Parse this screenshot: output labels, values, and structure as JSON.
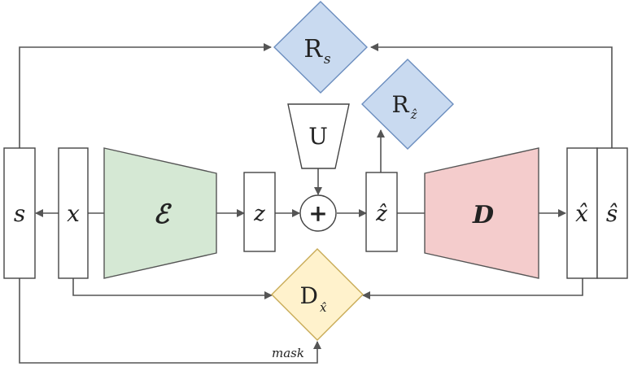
{
  "diagram": {
    "nodes": {
      "s": {
        "text": "s"
      },
      "x": {
        "text": "x"
      },
      "encoder": {
        "text": "ℰ"
      },
      "z": {
        "text": "z"
      },
      "noise": {
        "text": "U"
      },
      "add": {
        "text": "+"
      },
      "z_hat": {
        "text": "ẑ"
      },
      "decoder": {
        "text": "D"
      },
      "x_hat": {
        "text": "x̂"
      },
      "s_hat": {
        "text": "ŝ"
      },
      "R_s": {
        "main": "R",
        "sub": "s"
      },
      "R_z": {
        "main": "R",
        "sub": "ẑ"
      },
      "D_x": {
        "main": "D",
        "sub": "x̂"
      }
    },
    "edge_labels": {
      "mask": "mask"
    },
    "colors": {
      "encoder_fill": "#d5e8d4",
      "encoder_stroke": "#555555",
      "decoder_fill": "#f4cccc",
      "decoder_stroke": "#555555",
      "rate_fill": "#c9daf0",
      "rate_stroke": "#6c8ebf",
      "disc_fill": "#fff2cc",
      "disc_stroke": "#c8aa55",
      "edge": "#555555"
    }
  }
}
